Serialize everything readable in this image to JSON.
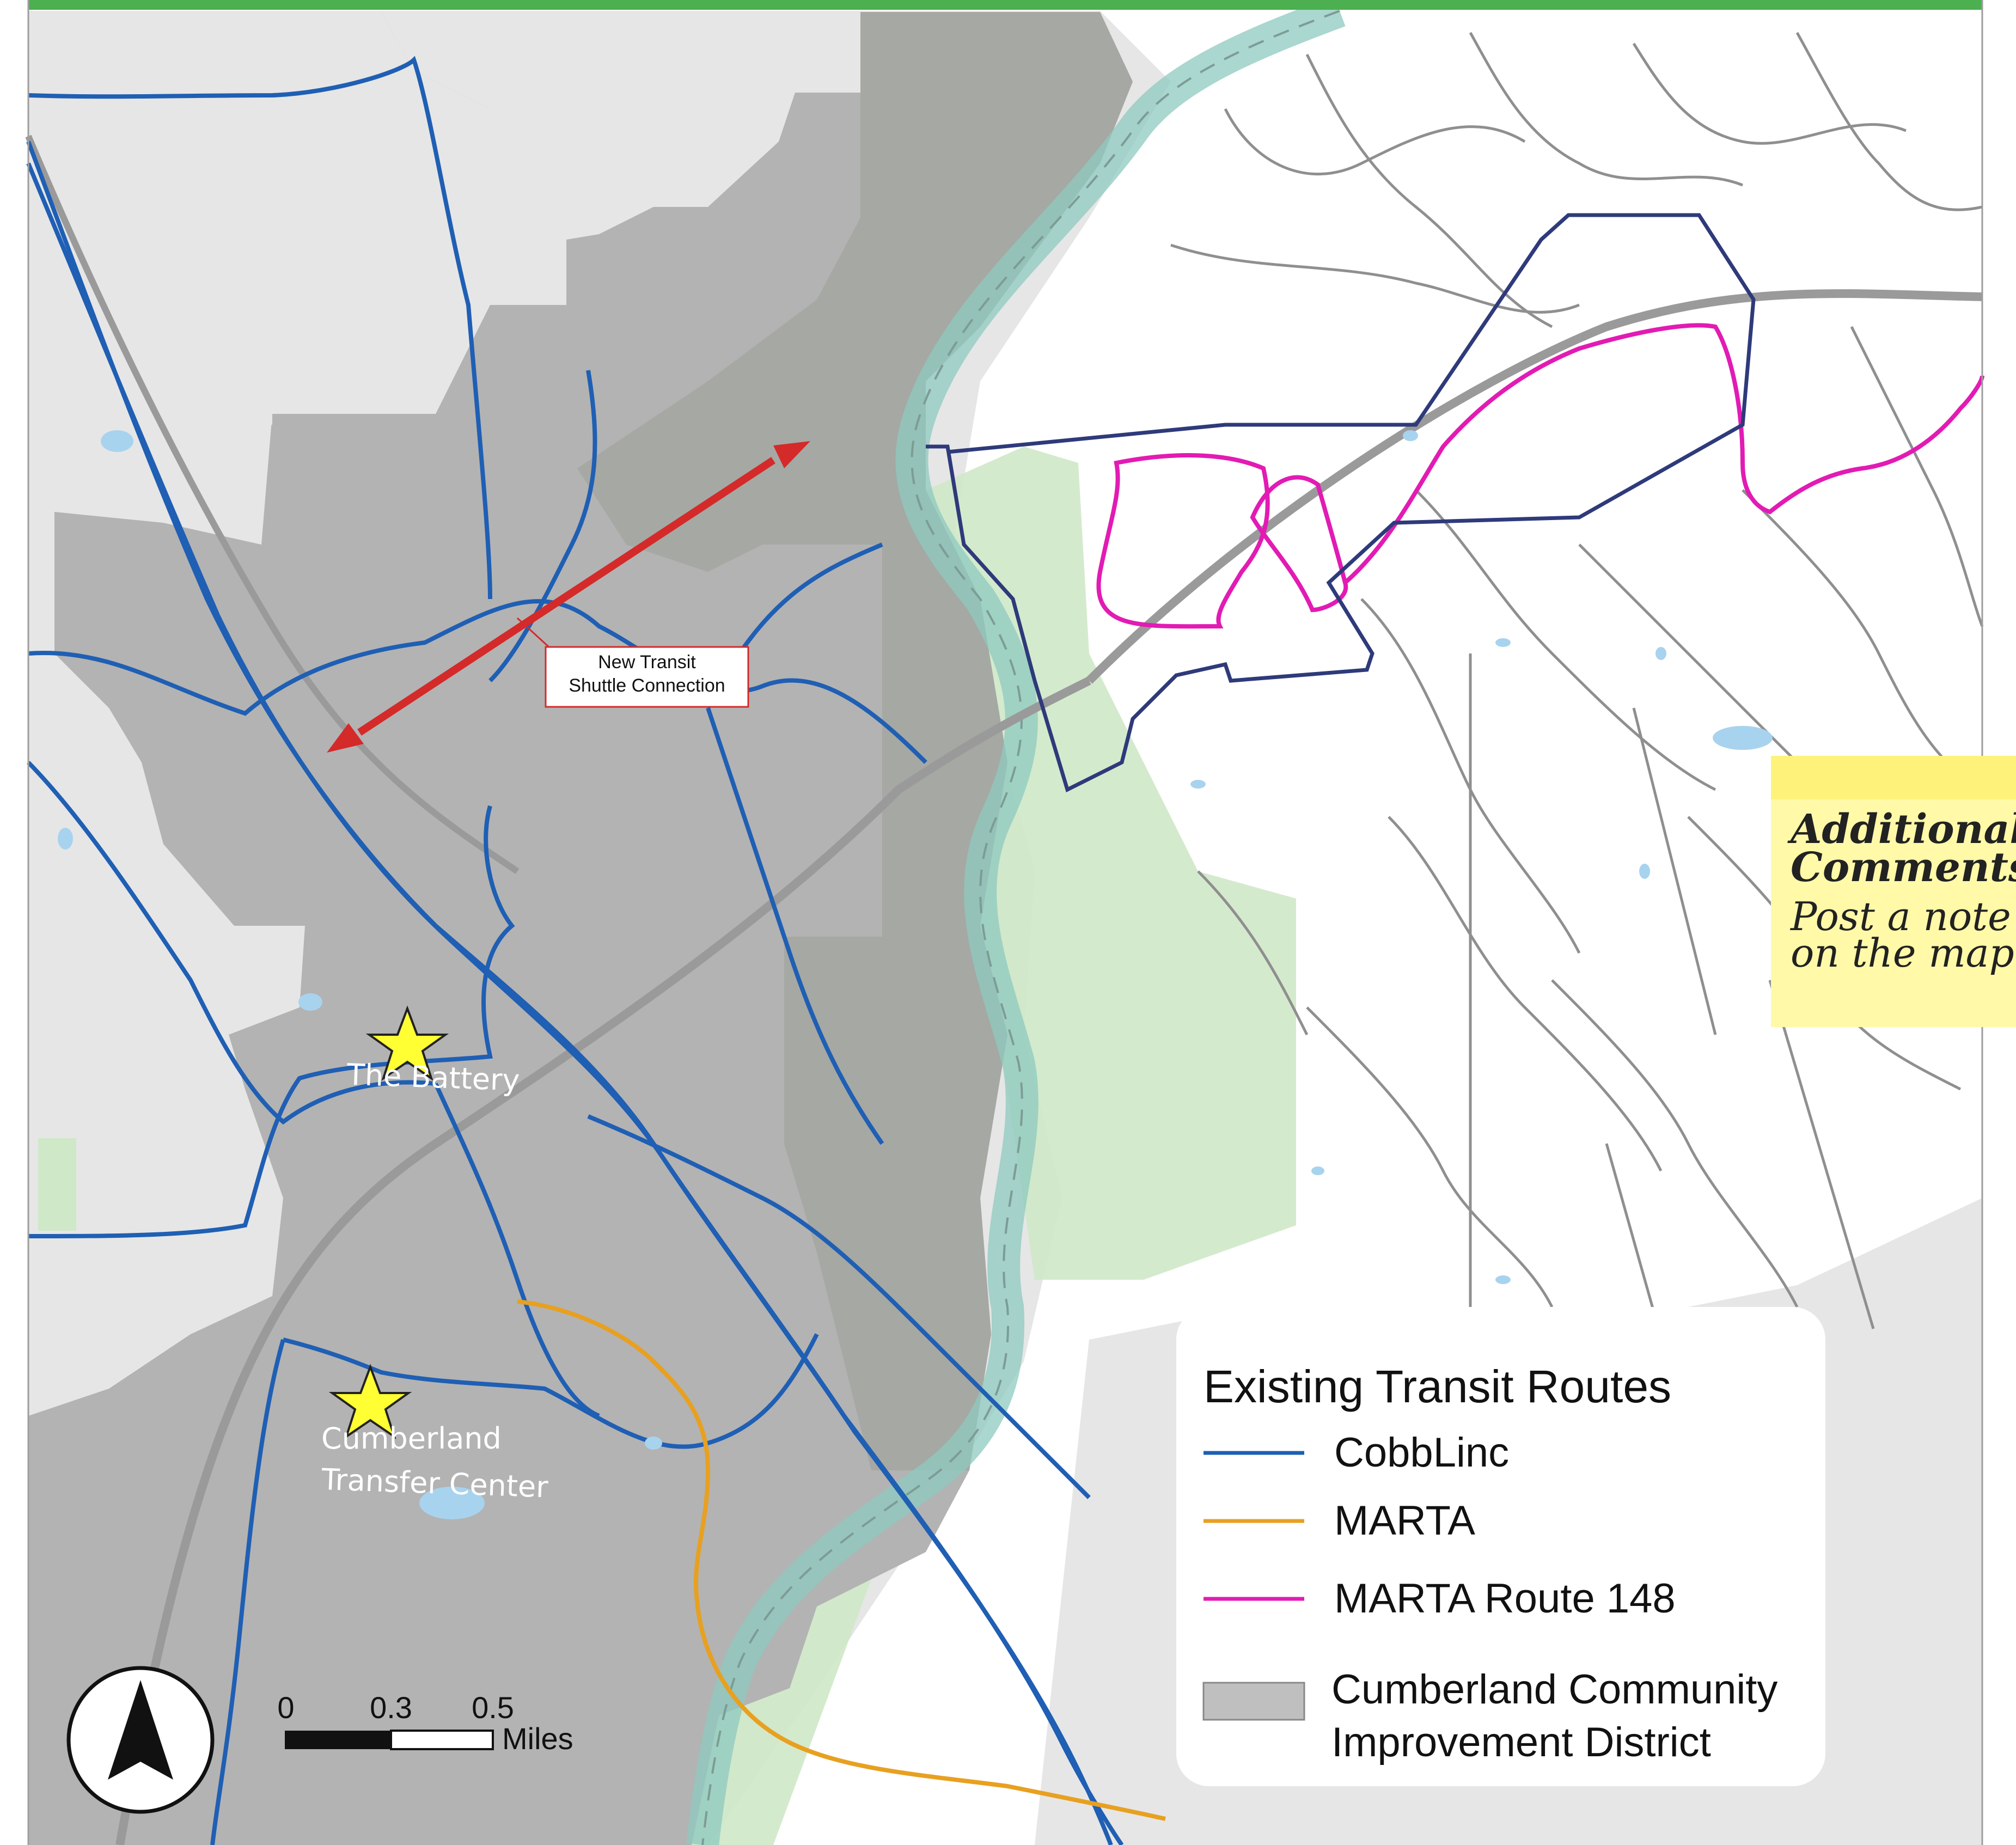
{
  "labels": {
    "battery": "The Battery",
    "transfer_line1": "Cumberland",
    "transfer_line2": "Transfer Center",
    "shuttle_line1": "New Transit",
    "shuttle_line2": "Shuttle Connection"
  },
  "legend": {
    "title": "Existing Transit Routes",
    "items": [
      {
        "label": "CobbLinc",
        "color": "#1f5fb4"
      },
      {
        "label": "MARTA",
        "color": "#e8a020"
      },
      {
        "label": "MARTA Route 148",
        "color": "#e21bb4"
      }
    ],
    "district_line1": "Cumberland Community",
    "district_line2": "Improvement District",
    "district_color": "#bfbfbf"
  },
  "scale": {
    "ticks": [
      "0",
      "0.3",
      "0.5"
    ],
    "unit": "Miles"
  },
  "note": {
    "line1": "Additional",
    "line2": "Comments?",
    "line3": "Post a note",
    "line4": "on the map"
  },
  "colors": {
    "cobblinc": "#1f5fb4",
    "marta": "#e8a020",
    "marta148": "#e21bb4",
    "district": "#b2b2b2",
    "shuttle_arrow": "#d42a2a",
    "frame": "#4caf50",
    "note_bg": "#fff9a8"
  },
  "icons": {
    "north_arrow": "north-arrow-icon",
    "poi": "star-icon"
  }
}
